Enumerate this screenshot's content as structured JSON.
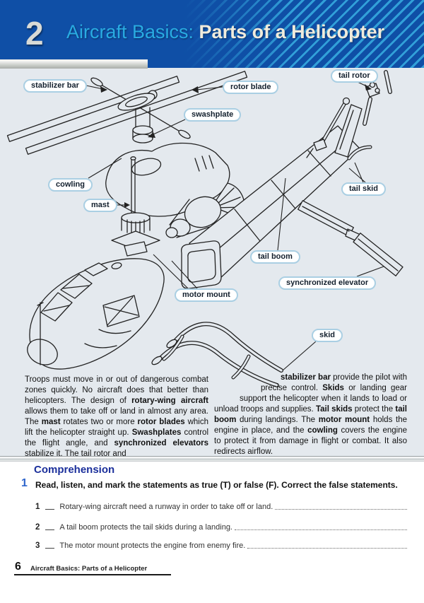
{
  "header": {
    "unit_number": "2",
    "title_prefix": "Aircraft Basics: ",
    "title_main": "Parts of a Helicopter"
  },
  "diagram": {
    "labels": [
      {
        "id": "stabilizer-bar",
        "text": "stabilizer bar"
      },
      {
        "id": "rotor-blade",
        "text": "rotor blade"
      },
      {
        "id": "tail-rotor",
        "text": "tail rotor"
      },
      {
        "id": "swashplate",
        "text": "swashplate"
      },
      {
        "id": "cowling",
        "text": "cowling"
      },
      {
        "id": "tail-skid",
        "text": "tail skid"
      },
      {
        "id": "mast",
        "text": "mast"
      },
      {
        "id": "tail-boom",
        "text": "tail boom"
      },
      {
        "id": "synchronized-elevator",
        "text": "synchronized elevator"
      },
      {
        "id": "motor-mount",
        "text": "motor mount"
      },
      {
        "id": "skid",
        "text": "skid"
      }
    ]
  },
  "reading": {
    "left_column": [
      {
        "t": "Troops must move in or out of dangerous combat zones quickly. No aircraft does that better than helicopters. The design of "
      },
      {
        "t": "rotary-wing aircraft",
        "b": true
      },
      {
        "t": " allows them to take off or land in almost any area. The "
      },
      {
        "t": "mast",
        "b": true
      },
      {
        "t": " rotates two or more "
      },
      {
        "t": "rotor blades",
        "b": true
      },
      {
        "t": " which lift the helicopter straight up. "
      },
      {
        "t": "Swashplates",
        "b": true
      },
      {
        "t": " control the flight angle, and "
      },
      {
        "t": "synchronized elevators",
        "b": true
      },
      {
        "t": " stabilize it. The tail rotor and"
      }
    ],
    "right_column": [
      {
        "t": "stabilizer bar",
        "b": true
      },
      {
        "t": " provide the pilot with precise control. "
      },
      {
        "t": "Skids",
        "b": true
      },
      {
        "t": " or landing gear support the helicopter when it lands to load or unload troops and supplies. "
      },
      {
        "t": "Tail skids",
        "b": true
      },
      {
        "t": " protect the "
      },
      {
        "t": "tail boom",
        "b": true
      },
      {
        "t": " during landings. The "
      },
      {
        "t": "motor mount",
        "b": true
      },
      {
        "t": " holds the engine in place, and the "
      },
      {
        "t": "cowling",
        "b": true
      },
      {
        "t": " covers the engine to protect it from damage in flight or combat. It also redirects airflow."
      }
    ]
  },
  "comprehension": {
    "section_title": "Comprehension",
    "exercise_number": "1",
    "instruction": "Read, listen, and mark the statements as true (T) or false (F). Correct the false statements.",
    "items": [
      {
        "num": "1",
        "text": "Rotary-wing aircraft need a runway in order to take off or land."
      },
      {
        "num": "2",
        "text": "A tail boom protects the tail skids during a landing."
      },
      {
        "num": "3",
        "text": "The motor mount protects the engine from enemy fire."
      }
    ]
  },
  "footer": {
    "page_number": "6",
    "text": "Aircraft Basics: Parts of a Helicopter"
  },
  "colors": {
    "header_blue": "#0F4FA6",
    "stripe_blue": "#34A4DB",
    "title_cyan": "#29ABE2",
    "title_ivory": "#F0EBDC",
    "panel_background": "#E4E9EE",
    "pill_border": "#AACFE3",
    "comprehension_blue": "#1B2F9B",
    "exercise_number_blue": "#2F66CC"
  }
}
